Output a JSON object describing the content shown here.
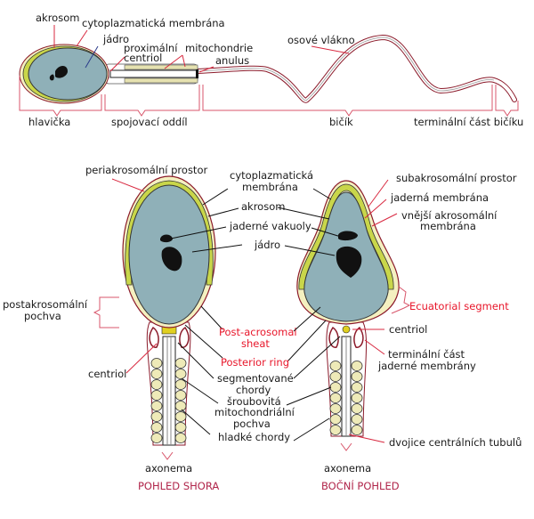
{
  "colors": {
    "nucleus": "#8fb0b8",
    "acrosome": "#c9d64a",
    "cream": "#f4f0c0",
    "membrane": "#8b1a2a",
    "label_red": "#e8162a",
    "title_maroon": "#b0254a"
  },
  "top": {
    "labels": {
      "akrosom": "akrosom",
      "cyto": "cytoplazmatická membrána",
      "jadro": "jádro",
      "proximal1": "proximální",
      "proximal2": "centriol",
      "mito": "mitochondrie",
      "anulus": "anulus",
      "osove": "osové vlákno"
    },
    "sections": [
      "hlavička",
      "spojovací oddíl",
      "bičík",
      "terminální část bičíku"
    ]
  },
  "left": {
    "labels": {
      "peri": "periakrosomální prostor",
      "cyto1": "cytoplazmatická",
      "cyto2": "membrána",
      "akrosom": "akrosom",
      "vakuoly": "jaderné vakuoly",
      "jadro": "jádro",
      "posta1": "postakrosomální",
      "posta2": "pochva",
      "postacro1": "Post-acrosomal",
      "postacro2": "sheat",
      "ring": "Posterior ring",
      "centriol": "centriol",
      "seg1": "segmentované",
      "seg2": "chordy",
      "srou1": "šroubovitá",
      "srou2": "mitochondriální",
      "srou3": "pochva",
      "hladke": "hladké chordy",
      "axonema": "axonema",
      "title": "POHLED SHORA"
    }
  },
  "right": {
    "labels": {
      "sub": "subakrosomální prostor",
      "jaderna": "jaderná membrána",
      "vnejsi1": "vnější akrosomální",
      "vnejsi2": "membrána",
      "ecuat": "Ecuatorial segment",
      "centriol": "centriol",
      "term1": "terminální část",
      "term2": "jaderné membrány",
      "dvojice": "dvojice centrálních tubulů",
      "axonema": "axonema",
      "title": "BOČNÍ POHLED"
    }
  }
}
